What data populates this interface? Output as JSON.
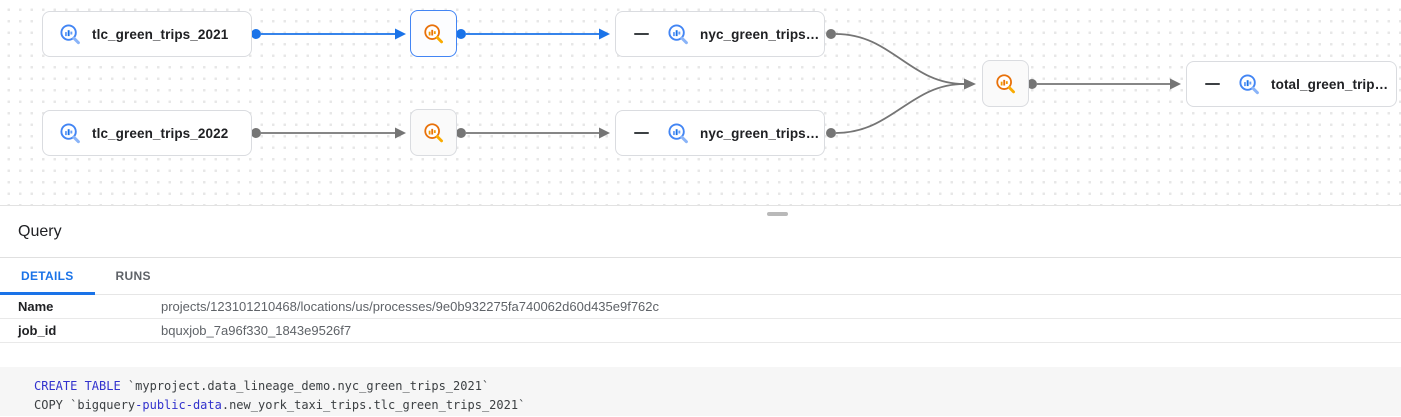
{
  "graph": {
    "nodes": {
      "tlc_2021": {
        "label": "tlc_green_trips_2021"
      },
      "tlc_2022": {
        "label": "tlc_green_trips_2022"
      },
      "nyc_2021": {
        "label": "nyc_green_trips…"
      },
      "nyc_2022": {
        "label": "nyc_green_trips…"
      },
      "total": {
        "label": "total_green_trip…"
      }
    },
    "icons": {
      "table_icon": "bigquery-table-icon",
      "process_icon": "bigquery-process-icon",
      "collapse_icon": "minus-icon"
    }
  },
  "panel": {
    "title": "Query",
    "tabs": {
      "details": "DETAILS",
      "runs": "RUNS",
      "active_tab": "DETAILS"
    },
    "details": {
      "name_label": "Name",
      "name_value": "projects/123101210468/locations/us/processes/9e0b932275fa740062d60d435e9f762c",
      "job_id_label": "job_id",
      "job_id_value": "bquxjob_7a96f330_1843e9526f7"
    },
    "sql": {
      "line1_keyword": "CREATE TABLE",
      "line1_rest": " `myproject.data_lineage_demo.nyc_green_trips_2021`",
      "line2_pre": "COPY `bigquery",
      "line2_keyword": "-public-data",
      "line2_rest": ".new_york_taxi_trips.tlc_green_trips_2021`"
    }
  },
  "colors": {
    "accent_blue": "#1a73e8",
    "selected_border_blue": "#4285f4",
    "edge_gray": "#757575",
    "process_orange": "#e8710a",
    "keyword_blue": "#3232cd",
    "panel_divider": "#e0e0e0"
  }
}
